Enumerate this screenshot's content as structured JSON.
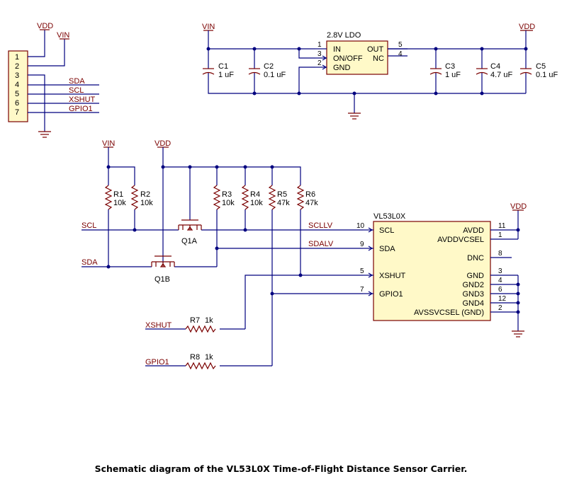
{
  "caption": "Schematic diagram of the VL53L0X Time-of-Flight Distance Sensor Carrier.",
  "header": {
    "supplies": [
      "VDD",
      "VIN"
    ],
    "pins": [
      "1",
      "2",
      "3",
      "4",
      "5",
      "6",
      "7"
    ],
    "signals": [
      "SDA",
      "SCL",
      "XSHUT",
      "GPIO1"
    ]
  },
  "power": {
    "vin": "VIN",
    "vdd": "VDD"
  },
  "ldo": {
    "name": "2.8V LDO",
    "pins": {
      "in": "IN",
      "onoff": "ON/OFF",
      "gnd": "GND",
      "out": "OUT",
      "nc": "NC"
    },
    "pin_numbers": {
      "in": "1",
      "onoff": "3",
      "gnd": "2",
      "out": "5",
      "nc": "4"
    }
  },
  "capacitors": [
    {
      "ref": "C1",
      "value": "1 uF"
    },
    {
      "ref": "C2",
      "value": "0.1 uF"
    },
    {
      "ref": "C3",
      "value": "1 uF"
    },
    {
      "ref": "C4",
      "value": "4.7 uF"
    },
    {
      "ref": "C5",
      "value": "0.1 uF"
    }
  ],
  "resistors": [
    {
      "ref": "R1",
      "value": "10k"
    },
    {
      "ref": "R2",
      "value": "10k"
    },
    {
      "ref": "R3",
      "value": "10k"
    },
    {
      "ref": "R4",
      "value": "10k"
    },
    {
      "ref": "R5",
      "value": "47k"
    },
    {
      "ref": "R6",
      "value": "47k"
    },
    {
      "ref": "R7",
      "value": "1k"
    },
    {
      "ref": "R8",
      "value": "1k"
    }
  ],
  "transistors": [
    "Q1A",
    "Q1B"
  ],
  "nets": {
    "scl": "SCL",
    "sda": "SDA",
    "xshut": "XSHUT",
    "gpio1": "GPIO1",
    "scllv": "SCLLV",
    "sdalv": "SDALV"
  },
  "sensor": {
    "name": "VL53L0X",
    "left_pins": [
      {
        "name": "SCL",
        "num": "10"
      },
      {
        "name": "SDA",
        "num": "9"
      },
      {
        "name": "XSHUT",
        "num": "5"
      },
      {
        "name": "GPIO1",
        "num": "7"
      }
    ],
    "right_pins": [
      {
        "name": "AVDD",
        "num": "11"
      },
      {
        "name": "AVDDVCSEL",
        "num": "1"
      },
      {
        "name": "DNC",
        "num": "8"
      },
      {
        "name": "GND",
        "num": "3"
      },
      {
        "name": "GND2",
        "num": "4"
      },
      {
        "name": "GND3",
        "num": "6"
      },
      {
        "name": "GND4",
        "num": "12"
      },
      {
        "name": "AVSSVCSEL (GND)",
        "num": "2"
      }
    ]
  }
}
